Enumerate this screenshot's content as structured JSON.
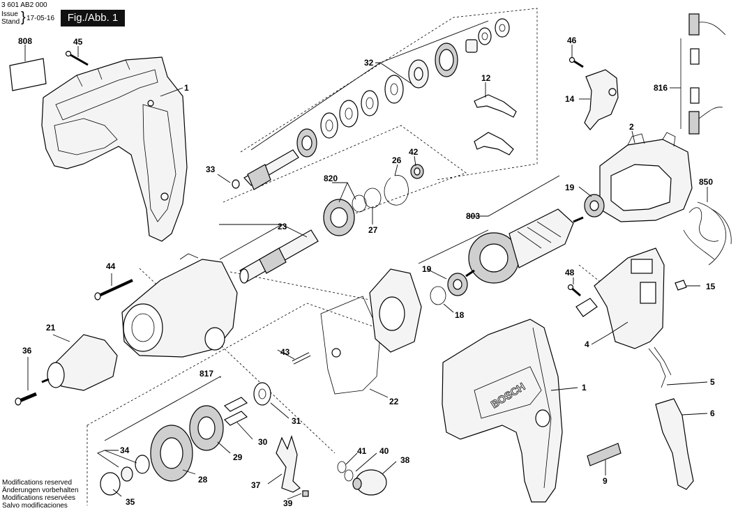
{
  "header": {
    "doc_number": "3 601 AB2 000",
    "issue_label": "Issue",
    "stand_label": "Stand",
    "date": "17-05-16",
    "figure_label": "Fig./Abb. 1"
  },
  "footer": {
    "notes": [
      "Modifications reserved",
      "Änderungen vorbehalten",
      "Modifications reservées",
      "Salvo modificaciones"
    ]
  },
  "brand": "BOSCH",
  "callouts": {
    "c808": "808",
    "c45": "45",
    "c1a": "1",
    "c32": "32",
    "c12": "12",
    "c46": "46",
    "c816": "816",
    "c14": "14",
    "c2": "2",
    "c33": "33",
    "c820": "820",
    "c26": "26",
    "c42": "42",
    "c19a": "19",
    "c850": "850",
    "c23": "23",
    "c27": "27",
    "c803": "803",
    "c44": "44",
    "c19b": "19",
    "c48": "48",
    "c15": "15",
    "c18": "18",
    "c21": "21",
    "c4": "4",
    "c36": "36",
    "c43": "43",
    "c1b": "1",
    "c817": "817",
    "c5": "5",
    "c22": "22",
    "c31": "31",
    "c6": "6",
    "c30": "30",
    "c34": "34",
    "c29": "29",
    "c41": "41",
    "c40": "40",
    "c38": "38",
    "c28": "28",
    "c37": "37",
    "c9": "9",
    "c35": "35",
    "c39": "39"
  }
}
